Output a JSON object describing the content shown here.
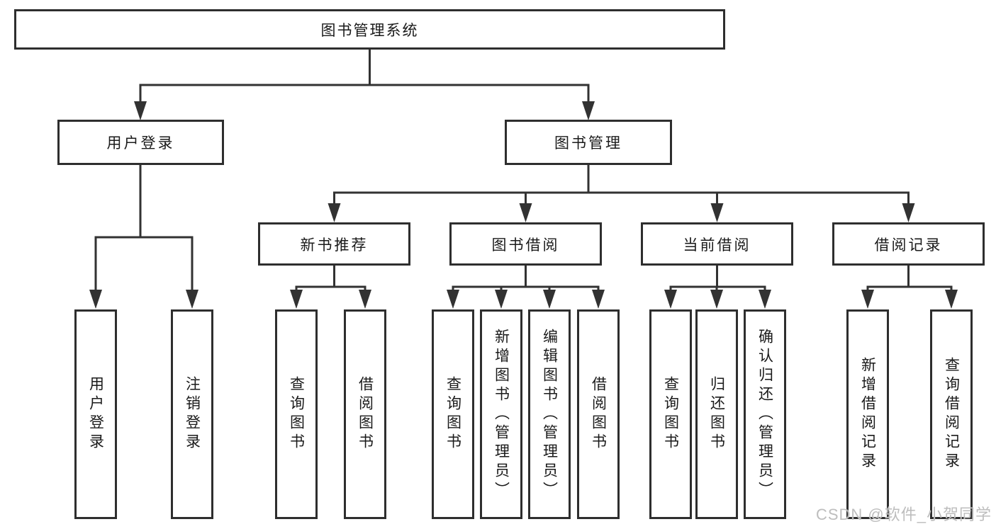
{
  "page": {
    "background": "#ffffff",
    "line_color": "#323232",
    "border_color": "#2e2e2e"
  },
  "watermark": {
    "text": "CSDN @软件_小贺同学",
    "color": "#b9b9b9"
  },
  "tree": {
    "root": {
      "label": "图书管理系统"
    },
    "branches": [
      {
        "label": "用户登录",
        "children": [
          {
            "label": "用户登录"
          },
          {
            "label": "注销登录"
          }
        ]
      },
      {
        "label": "图书管理",
        "children": [
          {
            "label": "新书推荐",
            "children": [
              {
                "label": "查询图书"
              },
              {
                "label": "借阅图书"
              }
            ]
          },
          {
            "label": "图书借阅",
            "children": [
              {
                "label": "查询图书"
              },
              {
                "label": "新增图书（管理员）"
              },
              {
                "label": "编辑图书（管理员）"
              },
              {
                "label": "借阅图书"
              }
            ]
          },
          {
            "label": "当前借阅",
            "children": [
              {
                "label": "查询图书"
              },
              {
                "label": "归还图书"
              },
              {
                "label": "确认归还（管理员）"
              }
            ]
          },
          {
            "label": "借阅记录",
            "children": [
              {
                "label": "新增借阅记录"
              },
              {
                "label": "查询借阅记录"
              }
            ]
          }
        ]
      }
    ]
  }
}
